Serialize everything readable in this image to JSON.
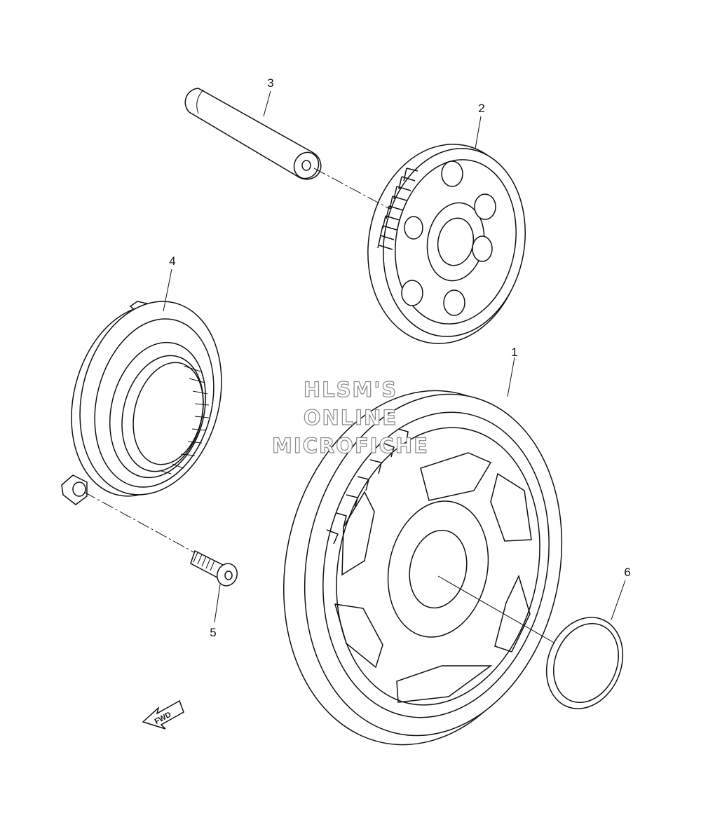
{
  "callouts": [
    {
      "id": "1",
      "text": "1"
    },
    {
      "id": "2",
      "text": "2"
    },
    {
      "id": "3",
      "text": "3"
    },
    {
      "id": "4",
      "text": "4"
    },
    {
      "id": "5",
      "text": "5"
    },
    {
      "id": "6",
      "text": "6"
    }
  ],
  "watermark": {
    "line1": "HLSM'S",
    "line2": "ONLINE",
    "line3": "MICROFICHE"
  },
  "direction_arrow": {
    "label": "FWD"
  }
}
